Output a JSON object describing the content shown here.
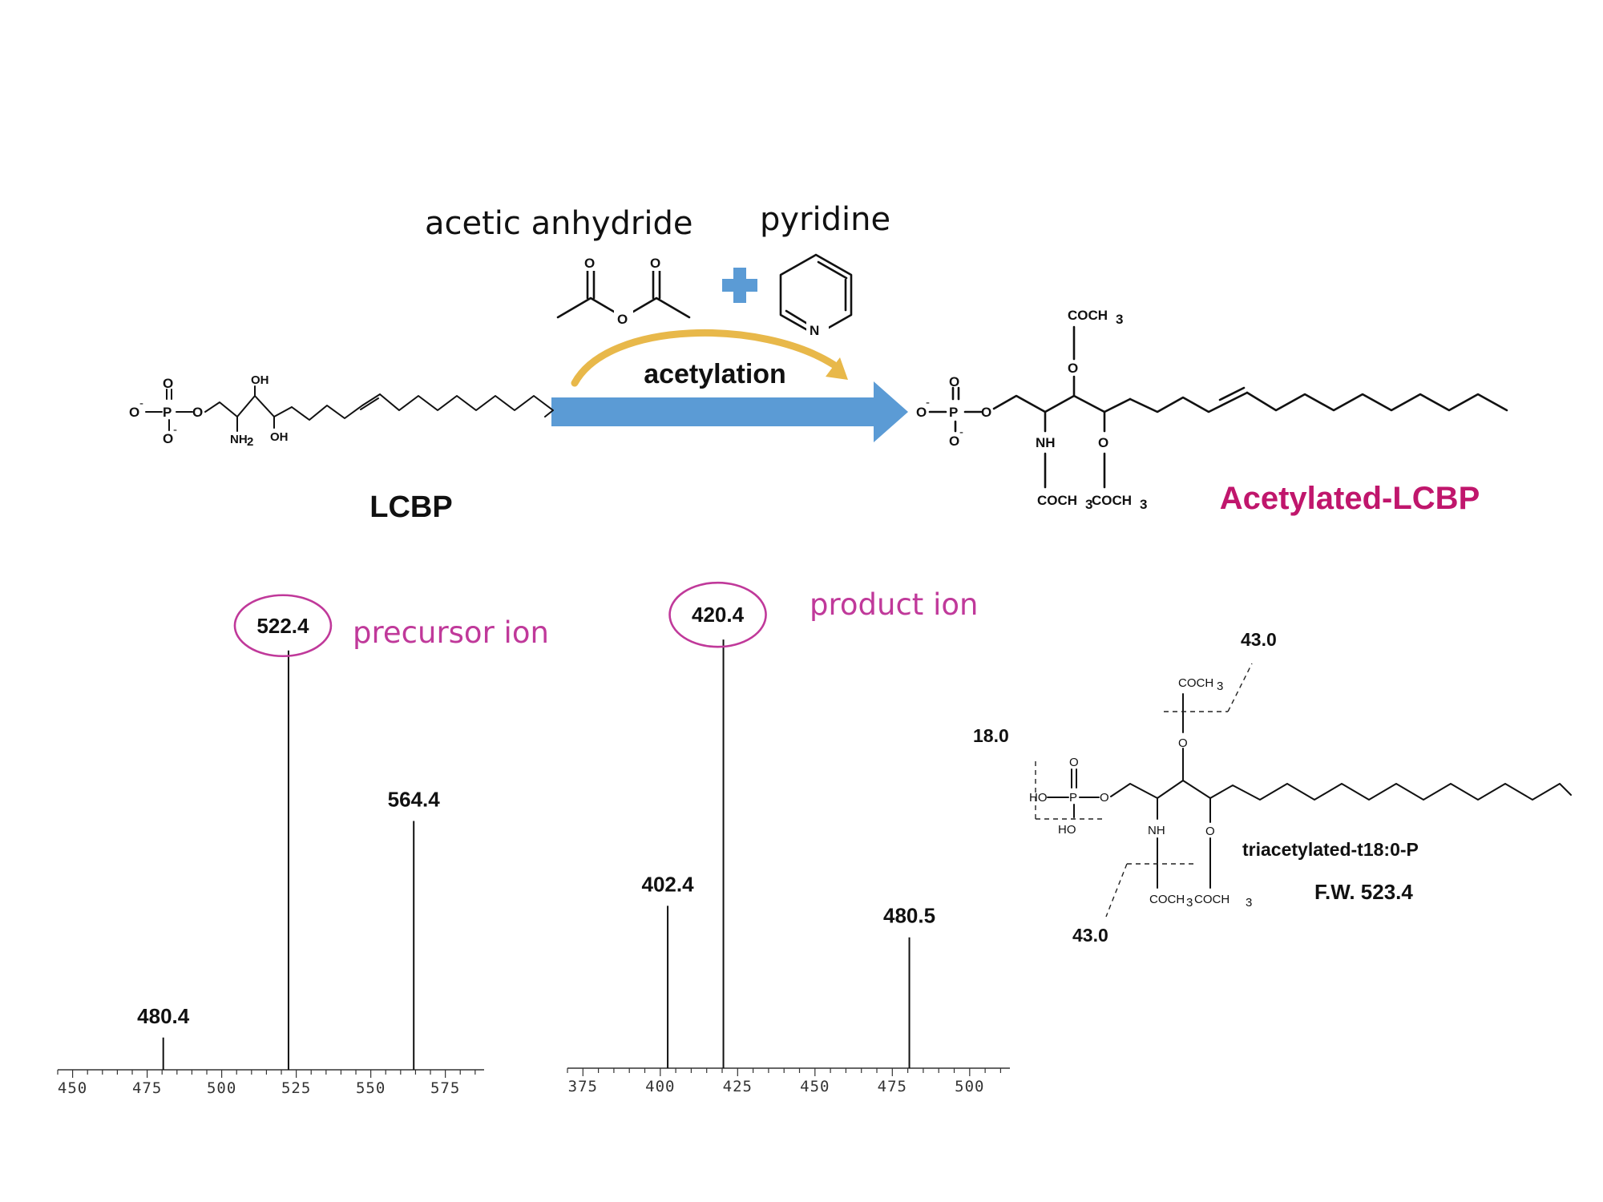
{
  "reaction": {
    "reagent1_label": "acetic anhydride",
    "reagent2_label": "pyridine",
    "process_label": "acetylation",
    "reactant_label": "LCBP",
    "product_label": "Acetylated-LCBP",
    "colors": {
      "arrow": "#5b9bd5",
      "plus": "#5b9bd5",
      "curved_arrow": "#e8b84a",
      "product_label": "#c0166c",
      "annotation": "#c0399a"
    }
  },
  "atoms": {
    "O": "O",
    "O_minus": "O",
    "minus": "-",
    "P": "P",
    "OH": "OH",
    "NH2": "NH",
    "sub2": "2",
    "NH": "NH",
    "N": "N",
    "COCH3": "COCH",
    "sub3": "3",
    "HO": "HO"
  },
  "chart_data": [
    {
      "type": "bar",
      "subtype": "mass-spectrum-stick",
      "x_ticks": [
        "450",
        "475",
        "500",
        "525",
        "550",
        "575"
      ],
      "xlim": [
        445,
        588
      ],
      "ylim": [
        0,
        100
      ],
      "peaks": [
        {
          "x": 480.4,
          "label": "480.4",
          "relative_intensity": 7
        },
        {
          "x": 522.4,
          "label": "522.4",
          "relative_intensity": 91
        },
        {
          "x": 564.4,
          "label": "564.4",
          "relative_intensity": 54
        }
      ],
      "annotation": {
        "peak": "522.4",
        "text": "precursor ion"
      }
    },
    {
      "type": "bar",
      "subtype": "mass-spectrum-stick",
      "x_ticks": [
        "375",
        "400",
        "425",
        "450",
        "475",
        "500"
      ],
      "xlim": [
        370,
        513
      ],
      "ylim": [
        0,
        100
      ],
      "peaks": [
        {
          "x": 402.4,
          "label": "402.4",
          "relative_intensity": 36
        },
        {
          "x": 420.4,
          "label": "420.4",
          "relative_intensity": 95
        },
        {
          "x": 480.5,
          "label": "480.5",
          "relative_intensity": 29
        }
      ],
      "annotation": {
        "peak": "420.4",
        "text": "product ion"
      }
    }
  ],
  "fragment_structure": {
    "name": "triacetylated-t18:0-P",
    "formula_weight": "F.W. 523.4",
    "loss_top": "43.0",
    "loss_left": "18.0",
    "loss_bottom": "43.0"
  }
}
